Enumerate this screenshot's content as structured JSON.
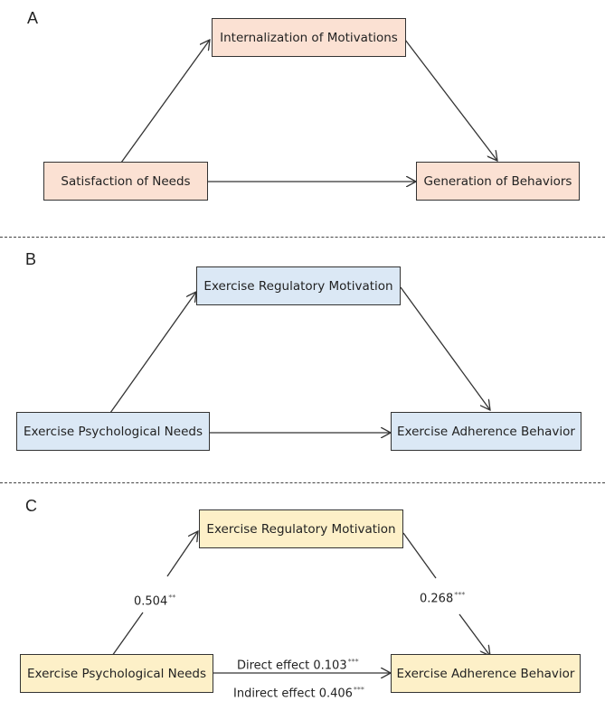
{
  "panels": {
    "a": {
      "label": "A",
      "mediator": "Internalization of Motivations",
      "predictor": "Satisfaction of Needs",
      "outcome": "Generation of Behaviors"
    },
    "b": {
      "label": "B",
      "mediator": "Exercise Regulatory Motivation",
      "predictor": "Exercise Psychological Needs",
      "outcome": "Exercise Adherence Behavior"
    },
    "c": {
      "label": "C",
      "mediator": "Exercise Regulatory Motivation",
      "predictor": "Exercise Psychological Needs",
      "outcome": "Exercise Adherence Behavior",
      "path_a": {
        "value": "0.504",
        "sig": "**"
      },
      "path_b": {
        "value": "0.268",
        "sig": "***"
      },
      "direct": {
        "text": "Direct effect 0.103",
        "sig": "***"
      },
      "indirect": {
        "text": "Indirect effect 0.406",
        "sig": "***"
      }
    }
  },
  "colors": {
    "panel_a_fill": "#fbe1d3",
    "panel_b_fill": "#dbe8f5",
    "panel_c_fill": "#fdf0c8",
    "line": "#333333"
  }
}
